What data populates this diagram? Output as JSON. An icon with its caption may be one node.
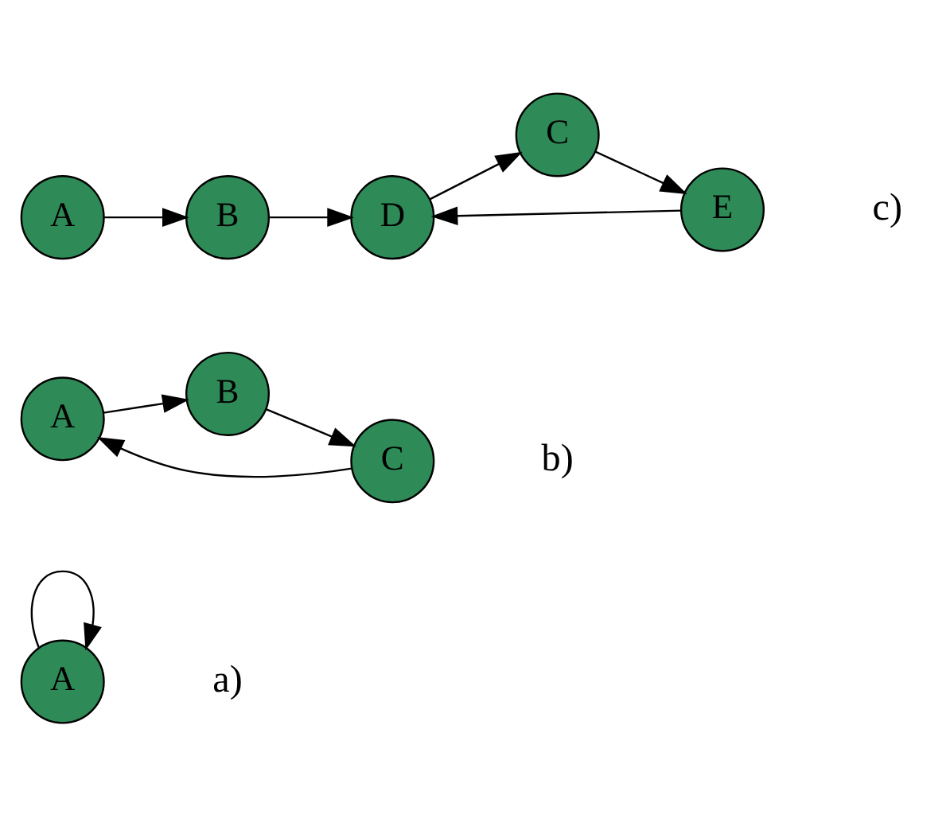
{
  "diagram": {
    "nodes": [
      {
        "text": [
          "A"
        ]
      },
      {
        "text": [
          "A"
        ]
      },
      {
        "text": [
          "B"
        ]
      },
      {
        "text": [
          "C"
        ]
      },
      {
        "text": [
          "A"
        ]
      },
      {
        "text": [
          "B"
        ]
      },
      {
        "text": [
          "D"
        ]
      },
      {
        "text": [
          "C"
        ]
      },
      {
        "text": [
          "E"
        ]
      }
    ],
    "edges": [
      {
        "from": 0,
        "to": 0,
        "arrow": "to"
      },
      {
        "from": 1,
        "to": 2,
        "arrow": "to"
      },
      {
        "from": 2,
        "to": 3,
        "arrow": "to"
      },
      {
        "from": 3,
        "to": 1,
        "arrow": "to"
      },
      {
        "from": 4,
        "to": 5,
        "arrow": "to"
      },
      {
        "from": 5,
        "to": 6,
        "arrow": "to"
      },
      {
        "from": 6,
        "to": 7,
        "arrow": "to"
      },
      {
        "from": 7,
        "to": 8,
        "arrow": "to"
      },
      {
        "from": 8,
        "to": 6,
        "arrow": "to"
      }
    ],
    "labels": [
      "a)",
      "b)",
      "c)"
    ]
  }
}
